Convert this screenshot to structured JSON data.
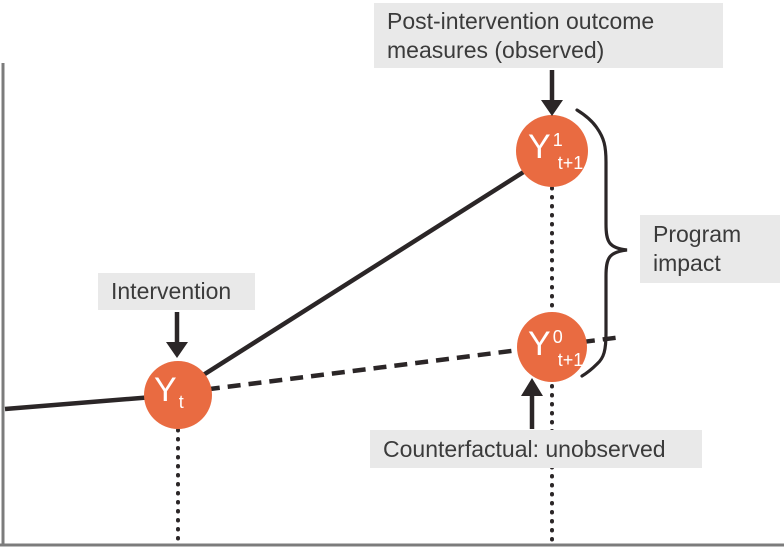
{
  "labels": {
    "post_intervention_line1": "Post-intervention outcome",
    "post_intervention_line2": "measures (observed)",
    "intervention": "Intervention",
    "program_impact_line1": "Program",
    "program_impact_line2": "impact",
    "counterfactual": "Counterfactual: unobserved"
  },
  "nodes": {
    "yt": {
      "base": "Y",
      "sub": "t"
    },
    "y1": {
      "base": "Y",
      "sup": "1",
      "sub": "t+1"
    },
    "y0": {
      "base": "Y",
      "sup": "0",
      "sub": "t+1"
    }
  },
  "colors": {
    "node_fill": "#E96B41",
    "label_bg": "#E9E9E9",
    "label_text": "#3B3B3B",
    "line": "#2B2627",
    "axis": "#7C7C7C",
    "node_text": "#FFFFFF",
    "bg": "#FFFFFF"
  }
}
